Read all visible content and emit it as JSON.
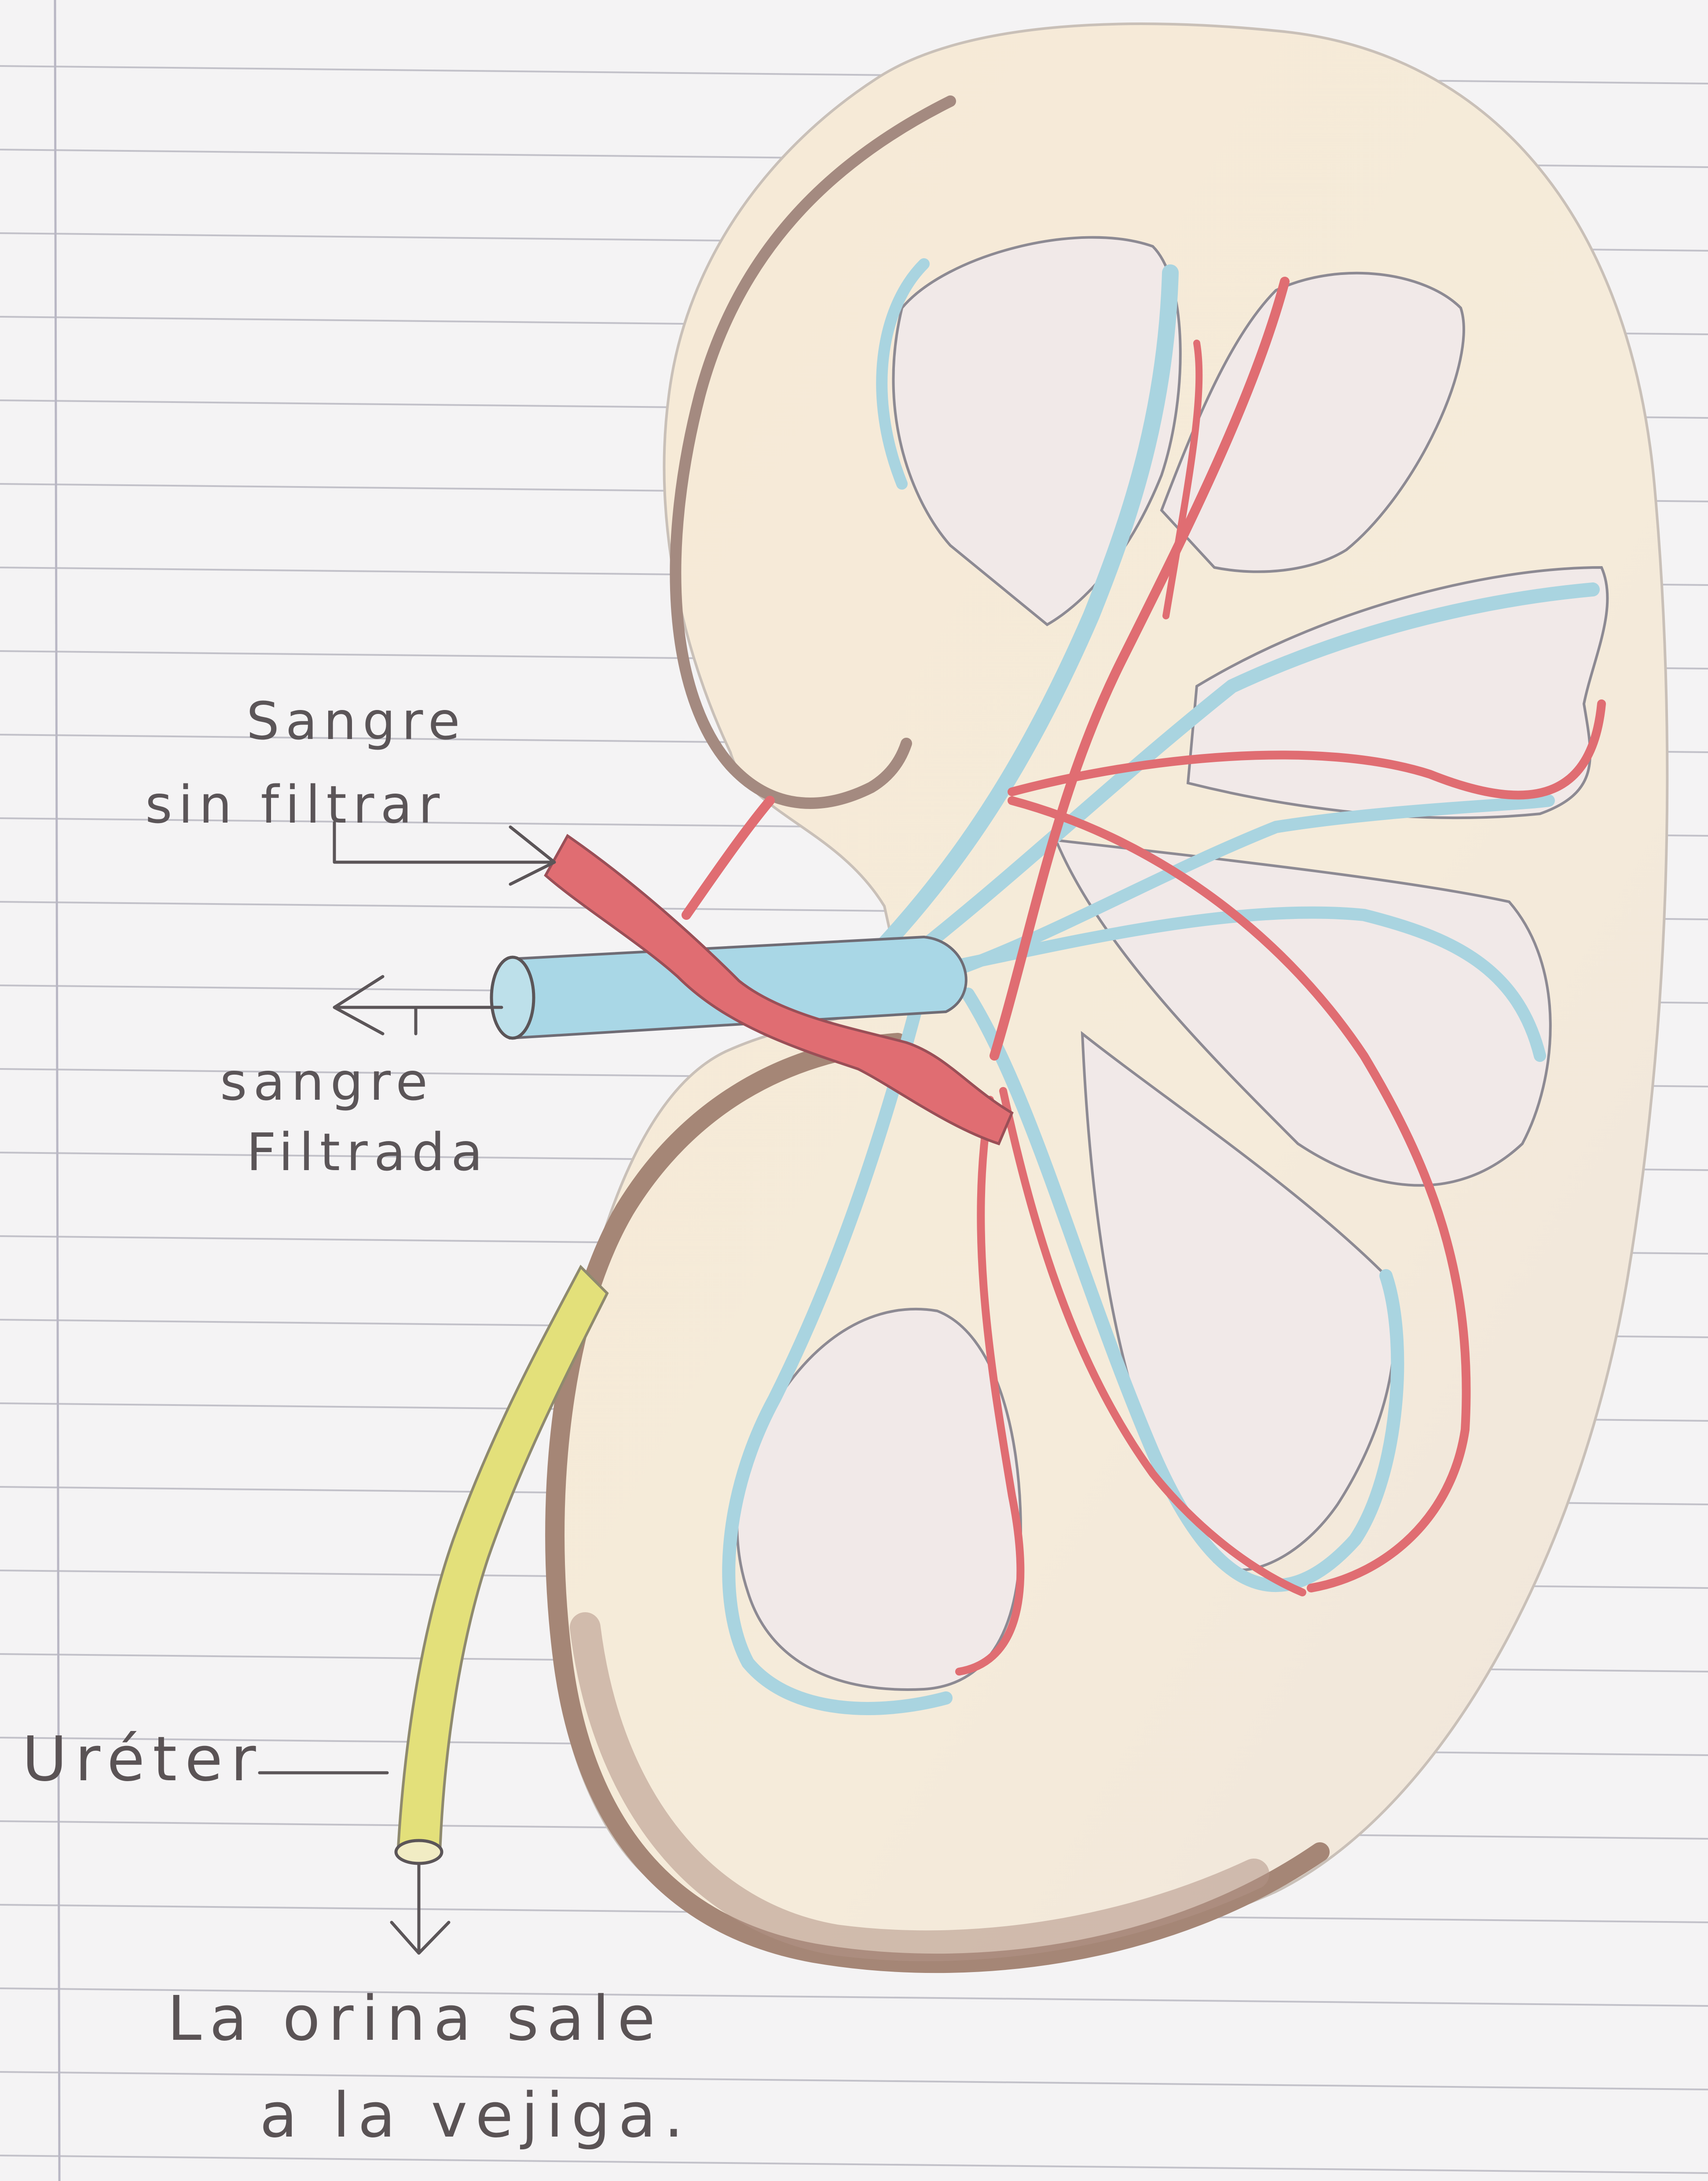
{
  "labels": {
    "unfiltered_line1": "Sangre",
    "unfiltered_line2": "sin filtrar",
    "filtered_line1": "sangre",
    "filtered_line2": "Filtrada",
    "ureter": "Uréter",
    "urine_line1": "La orina sale",
    "urine_line2": "a la vejiga."
  },
  "colors": {
    "paper": "#f4f3f4",
    "rule_line": "#9a9aa6",
    "margin_line": "#b9b7c4",
    "kidney_fill": "#f4e7d4",
    "capsule": "#a68a7f",
    "artery": "#e06d72",
    "vein": "#a9d4e0",
    "ureter": "#e3e07a",
    "pencil": "#5b5558"
  }
}
